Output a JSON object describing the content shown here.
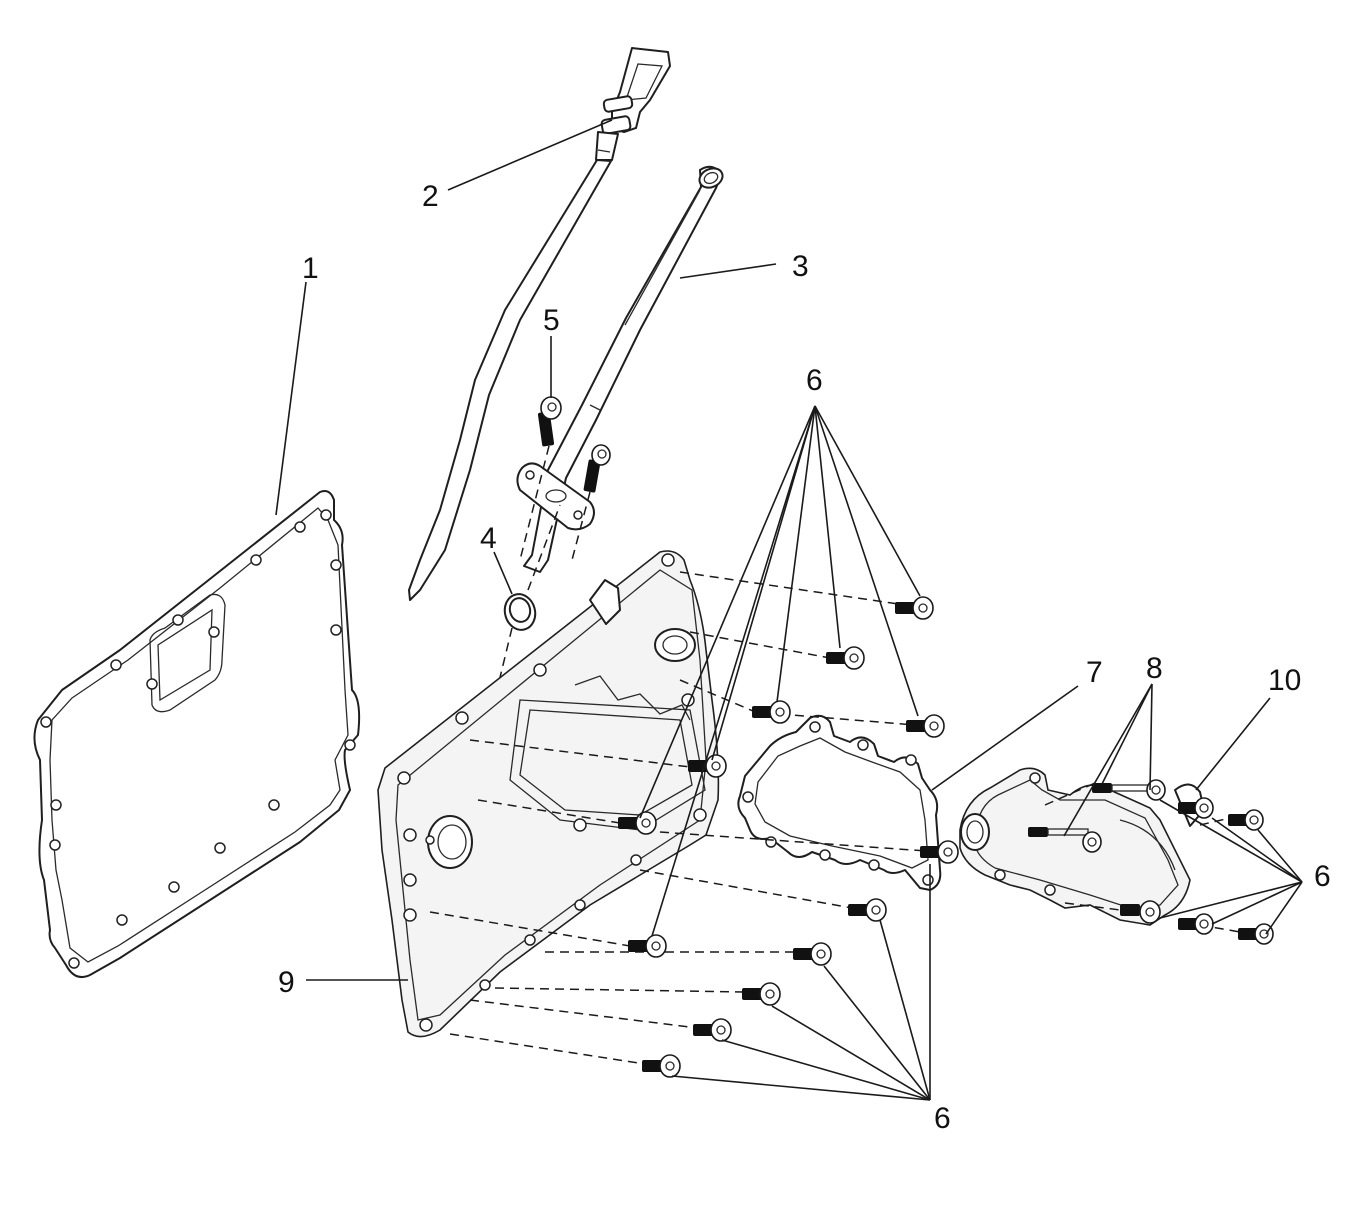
{
  "callouts": {
    "c1": "1",
    "c2": "2",
    "c3": "3",
    "c4": "4",
    "c5": "5",
    "c6_top": "6",
    "c6_right": "6",
    "c6_bottom": "6",
    "c7": "7",
    "c8": "8",
    "c9": "9",
    "c10": "10"
  },
  "colors": {
    "line": "#1f1f1f",
    "background": "#ffffff"
  }
}
